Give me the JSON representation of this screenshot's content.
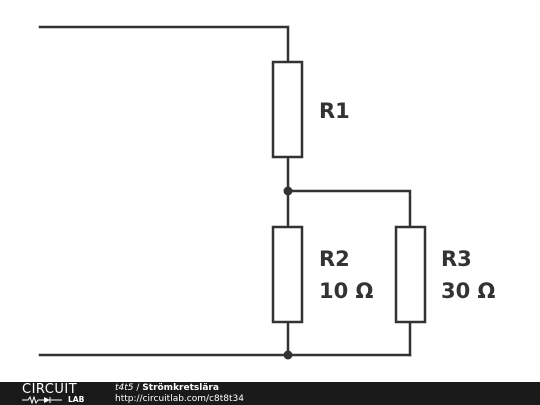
{
  "circuit": {
    "resistors": [
      {
        "name": "R1",
        "value": ""
      },
      {
        "name": "R2",
        "value": "10 Ω"
      },
      {
        "name": "R3",
        "value": "30 Ω"
      }
    ]
  },
  "footer": {
    "logo_top": "CIRCUIT",
    "logo_bottom": "LAB",
    "author": "t4t5",
    "separator": " / ",
    "title": "Strömkretslära",
    "url": "http://circuitlab.com/c8t8t34"
  },
  "colors": {
    "wire": "#333333",
    "footer_background": "#1a1a1a",
    "footer_text": "#ffffff"
  }
}
